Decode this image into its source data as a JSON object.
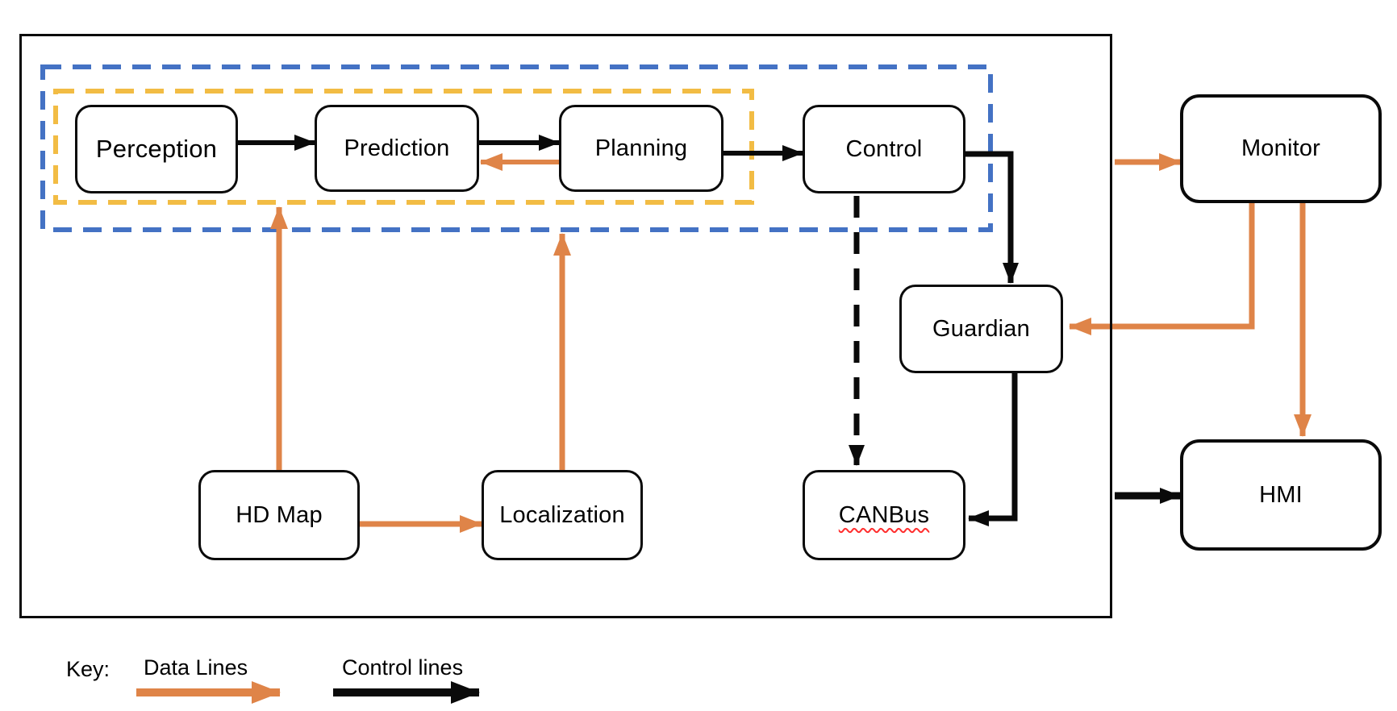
{
  "nodes": {
    "perception": {
      "label": "Perception"
    },
    "prediction": {
      "label": "Prediction"
    },
    "planning": {
      "label": "Planning"
    },
    "control": {
      "label": "Control"
    },
    "hd_map": {
      "label": "HD Map"
    },
    "localization": {
      "label": "Localization"
    },
    "guardian": {
      "label": "Guardian"
    },
    "canbus": {
      "label": "CANBus"
    },
    "monitor": {
      "label": "Monitor"
    },
    "hmi": {
      "label": "HMI"
    }
  },
  "legend": {
    "key_label": "Key:",
    "data_lines_label": "Data Lines",
    "control_lines_label": "Control lines"
  },
  "colors": {
    "data_line": "#DF8448",
    "control_line": "#0A0A0A",
    "pipeline_group_border": "#4472C4",
    "inner_group_border": "#F2BC44",
    "box_border": "#0A0A0A",
    "canbus_spellcheck": "#FF2E2E"
  }
}
